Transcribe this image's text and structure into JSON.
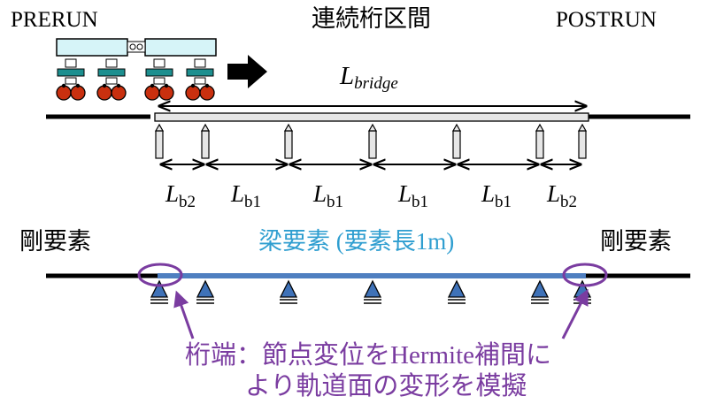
{
  "labels": {
    "prerun": "PRERUN",
    "section": "連続桁区間",
    "postrun": "POSTRUN",
    "l_bridge_base": "L",
    "l_bridge_sub": "bridge",
    "rigid_left": "剛要素",
    "rigid_right": "剛要素",
    "beam": "梁要素 (要素長1m)",
    "note_line1": "桁端：節点変位をHermite補間に",
    "note_line2": "より軌道面の変形を模擬"
  },
  "spans": [
    {
      "base": "L",
      "sub": "b2"
    },
    {
      "base": "L",
      "sub": "b1"
    },
    {
      "base": "L",
      "sub": "b1"
    },
    {
      "base": "L",
      "sub": "b1"
    },
    {
      "base": "L",
      "sub": "b1"
    },
    {
      "base": "L",
      "sub": "b2"
    }
  ],
  "colors": {
    "line": "#000000",
    "car_body": "#d6f4f8",
    "car_frame": "#1d8f8f",
    "wheel": "#c9300f",
    "beam": "#4f7fc0",
    "beam_text": "#2f9ed0",
    "support": "#3f72b8",
    "annotation": "#7a3ca0"
  }
}
